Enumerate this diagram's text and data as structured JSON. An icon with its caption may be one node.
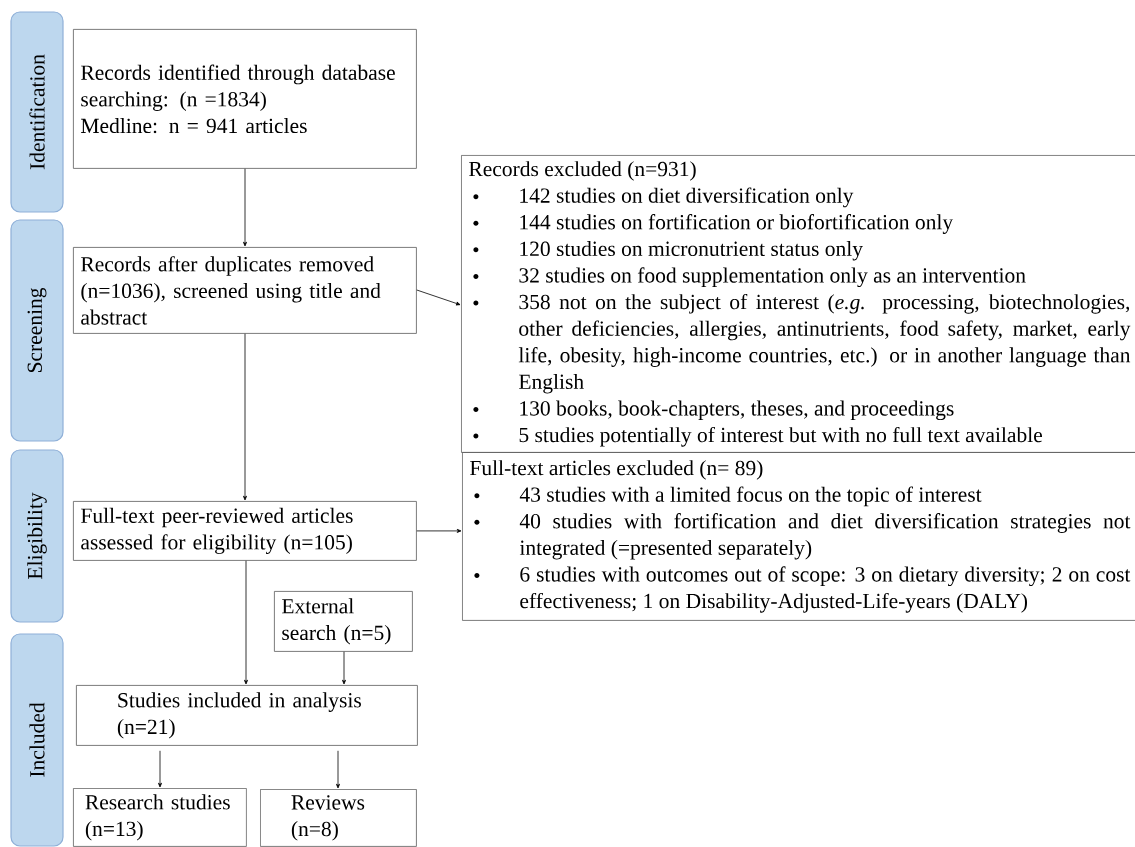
{
  "diagram": {
    "nodes": [
      {
        "text": [
          "Identification"
        ]
      },
      {
        "text": [
          "Screening"
        ]
      },
      {
        "text": [
          "Eligibility"
        ]
      },
      {
        "text": [
          "Included"
        ]
      },
      {
        "text": [
          "Records identified through database searching: (n =1834)",
          "Medline: n = 941 articles"
        ]
      },
      {
        "text": [
          "Records after duplicates removed (n=1036), screened using title and abstract"
        ]
      },
      {
        "text": [
          "Records excluded (n=931)",
          "142 studies on diet diversification only",
          "144 studies on fortification or biofortification only",
          "120 studies on micronutrient status only",
          "32 studies on food supplementation only as an intervention",
          "358 not on the subject of interest (*e.g.* processing, biotechnologies, other deficiencies, allergies, antinutrients, food safety, market, early life, obesity, high-income countries, etc.) or in another language than English",
          "130 books, book-chapters, theses, and proceedings",
          "5 studies potentially of interest but with no full text available"
        ]
      },
      {
        "text": [
          "Full-text peer-reviewed articles assessed for eligibility (n=105)"
        ]
      },
      {
        "text": [
          "Full-text articles excluded (n= 89)",
          "43 studies with a limited focus on the topic of interest",
          "40 studies with fortification and diet diversification strategies not integrated (=presented separately)",
          "6 studies with outcomes out of scope: 3 on dietary diversity; 2 on cost effectiveness; 1 on Disability-Adjusted-Life-years (DALY)"
        ]
      },
      {
        "text": [
          "External search (n=5)"
        ]
      },
      {
        "text": [
          "Studies included in analysis (n=21)"
        ]
      },
      {
        "text": [
          "Research studies (n=13)"
        ]
      },
      {
        "text": [
          "Reviews (n=8)"
        ]
      }
    ],
    "edges": [
      {
        "from": 4,
        "to": 5,
        "arrow": "to"
      },
      {
        "from": 5,
        "to": 6,
        "arrow": "to"
      },
      {
        "from": 5,
        "to": 7,
        "arrow": "to"
      },
      {
        "from": 7,
        "to": 8,
        "arrow": "to"
      },
      {
        "from": 7,
        "to": 10,
        "arrow": "to"
      },
      {
        "from": 9,
        "to": 10,
        "arrow": "to"
      },
      {
        "from": 10,
        "to": 11,
        "arrow": "to"
      },
      {
        "from": 10,
        "to": 12,
        "arrow": "to"
      }
    ]
  }
}
